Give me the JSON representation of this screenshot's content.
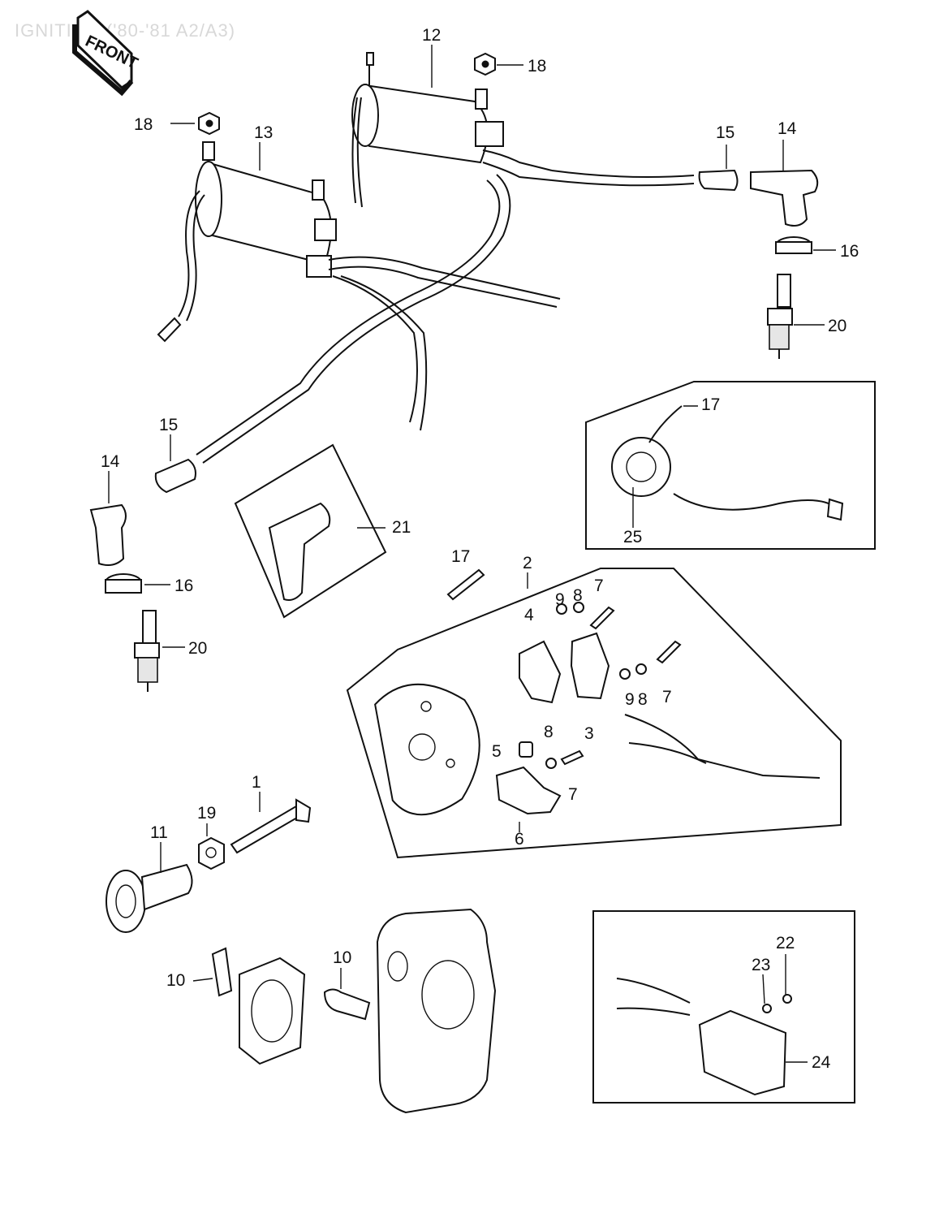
{
  "header": {
    "title": "IGNITION ('80-'81 A2/A3)",
    "front_badge": "FRONT"
  },
  "callouts": {
    "c1": "1",
    "c2": "2",
    "c3": "3",
    "c4": "4",
    "c5": "5",
    "c6": "6",
    "c7a": "7",
    "c7b": "7",
    "c7c": "7",
    "c8a": "8",
    "c8b": "8",
    "c8c": "8",
    "c9a": "9",
    "c9b": "9",
    "c10a": "10",
    "c10b": "10",
    "c11": "11",
    "c12": "12",
    "c13": "13",
    "c14a": "14",
    "c14b": "14",
    "c15a": "15",
    "c15b": "15",
    "c16a": "16",
    "c16b": "16",
    "c17a": "17",
    "c17b": "17",
    "c18a": "18",
    "c18b": "18",
    "c19": "19",
    "c20a": "20",
    "c20b": "20",
    "c21": "21",
    "c22": "22",
    "c23": "23",
    "c24": "24",
    "c25": "25"
  },
  "icons": {
    "front_arrow": "arrow-badge-icon",
    "ignition_coil": "ignition-coil-icon",
    "spark_plug": "spark-plug-icon",
    "plug_cap": "plug-cap-icon",
    "pickup_coil": "pickup-coil-icon",
    "timing_plate": "timing-plate-icon",
    "ic_igniter": "igniter-unit-icon"
  },
  "colors": {
    "ink": "#111111",
    "paper": "#ffffff",
    "faded_header": "#d8d8d8"
  }
}
